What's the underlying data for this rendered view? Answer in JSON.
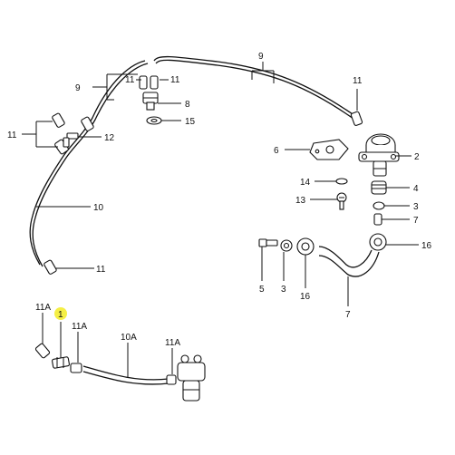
{
  "labels": {
    "l9a": "9",
    "l9b": "9",
    "l11a": "11",
    "l11b": "11",
    "l11c": "11",
    "l11d": "11",
    "l11e": "11",
    "l8": "8",
    "l15": "15",
    "l12": "12",
    "l10": "10",
    "l6": "6",
    "l2": "2",
    "l14": "14",
    "l4": "4",
    "l13": "13",
    "l3a": "3",
    "l7a": "7",
    "l16a": "16",
    "l5": "5",
    "l3b": "3",
    "l16b": "16",
    "l7b": "7",
    "l11A1": "11A",
    "l1": "1",
    "l11A2": "11A",
    "l10A": "10A",
    "l11A3": "11A"
  },
  "colors": {
    "highlight": "#f5ef45",
    "ink": "#111111"
  }
}
